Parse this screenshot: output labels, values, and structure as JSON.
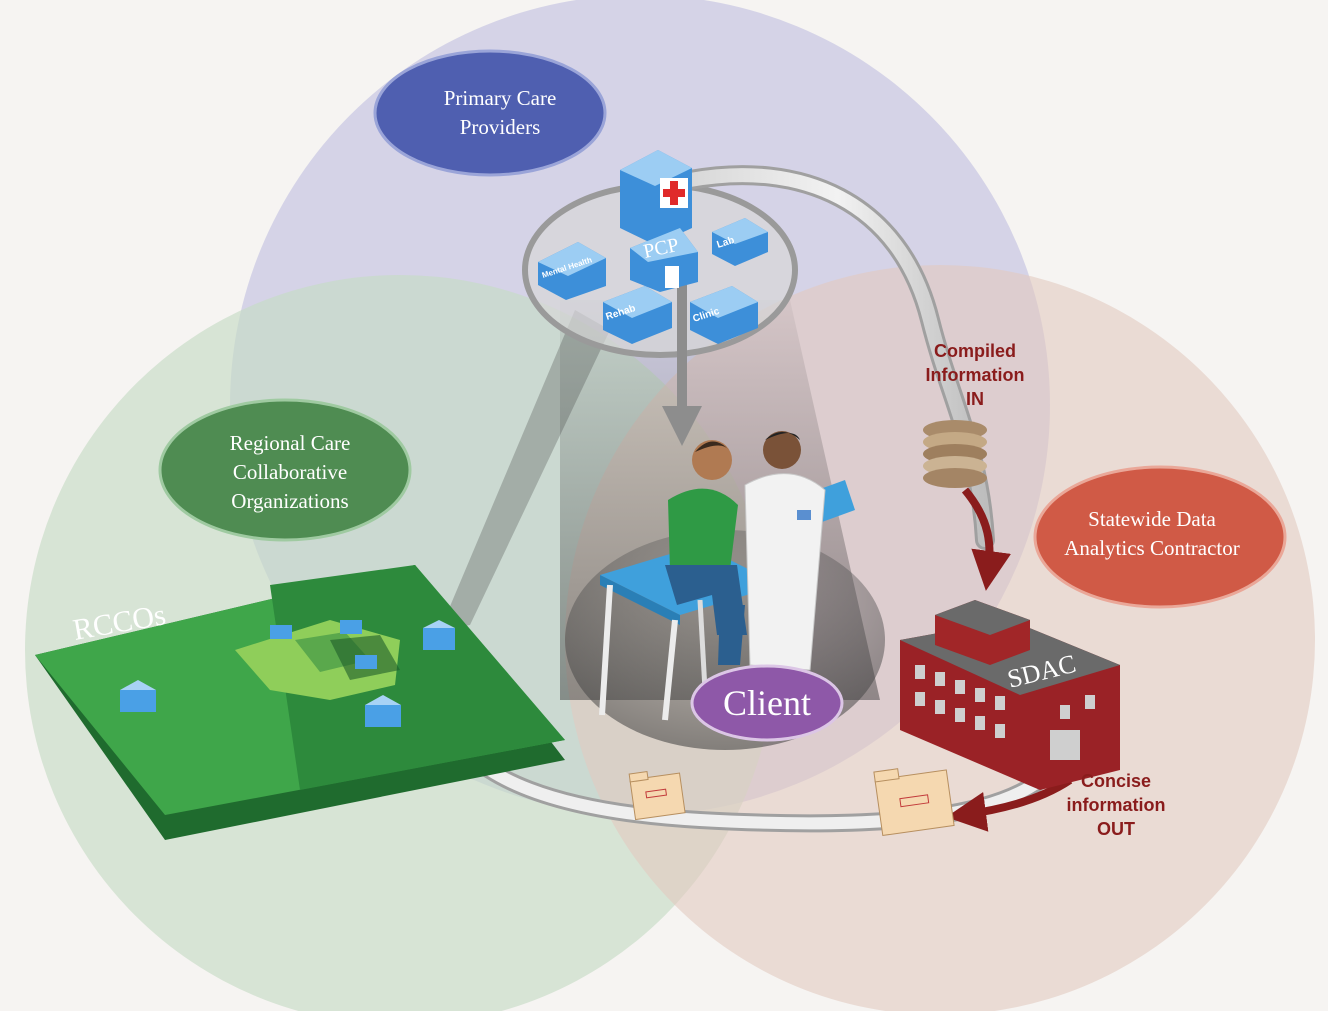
{
  "groups": {
    "primary_care": {
      "line1": "Primary Care",
      "line2": "Providers",
      "color": "#4f5fb0"
    },
    "rcco": {
      "line1": "Regional Care",
      "line2": "Collaborative",
      "line3": "Organizations",
      "color": "#4f8c52"
    },
    "sdac_group": {
      "line1": "Statewide Data",
      "line2": "Analytics Contractor",
      "color": "#d05a46"
    }
  },
  "hub": {
    "pcp": "PCP",
    "facilities": [
      "Lab",
      "Mental Health",
      "Rehab",
      "Clinic"
    ]
  },
  "map": {
    "label": "RCCOs"
  },
  "client": {
    "label": "Client",
    "color": "#8e58a8"
  },
  "sdac_building": {
    "label": "SDAC"
  },
  "flows": {
    "in": {
      "line1": "Compiled",
      "line2": "Information",
      "line3": "IN"
    },
    "out": {
      "line1": "Concise",
      "line2": "information",
      "line3": "OUT"
    }
  },
  "colors": {
    "pcp_circle": "#c9c8e3",
    "rcco_circle": "#c6dcc4",
    "sdac_circle": "#e3c9c0",
    "flow_arrow": "#8a1c1c",
    "building_blue": "#4aa0e6",
    "sdac_red": "#9a2226"
  }
}
